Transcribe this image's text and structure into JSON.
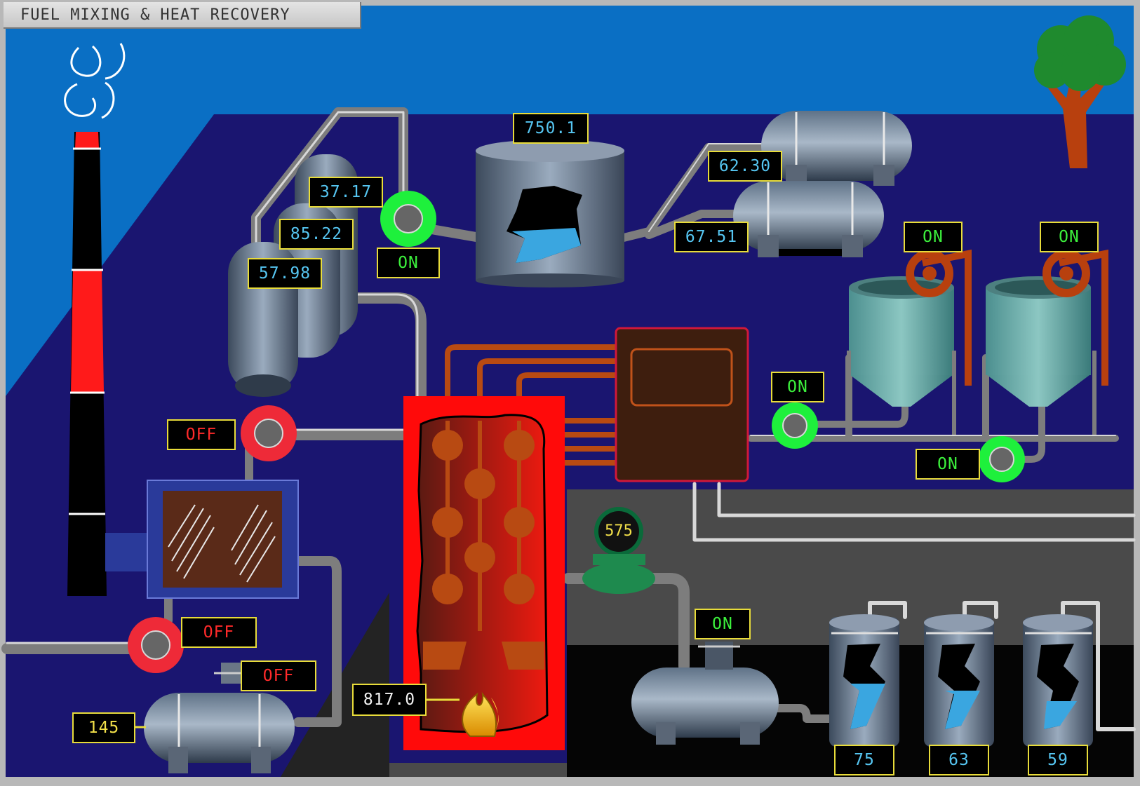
{
  "title": "FUEL MIXING & HEAT RECOVERY",
  "colors": {
    "sky": "#0a6fc4",
    "floor": "#1a1570",
    "active_green": "#1ef03c",
    "inactive_red": "#ee2a38",
    "furnace_red": "#ff0a0a"
  },
  "readouts": {
    "separator_top": "37.17",
    "separator_mid": "85.22",
    "separator_low": "57.98",
    "mixer_tank": "750.1",
    "storage_upper": "62.30",
    "storage_lower": "67.51",
    "boiler_temp": "817.0",
    "feed_tank": "145",
    "flow_meter": "575",
    "silo_1": "75",
    "silo_2": "63",
    "silo_3": "59"
  },
  "status": {
    "separator_pump": "ON",
    "boiler_inlet_pump": "OFF",
    "exchanger_pump": "OFF",
    "feed_compressor": "OFF",
    "hopper_1_motor": "ON",
    "hopper_2_motor": "ON",
    "hopper_pump_1": "ON",
    "hopper_pump_2": "ON",
    "tank_compressor": "ON"
  },
  "icons": [
    "smoke-icon",
    "tree-icon",
    "flame-icon"
  ]
}
